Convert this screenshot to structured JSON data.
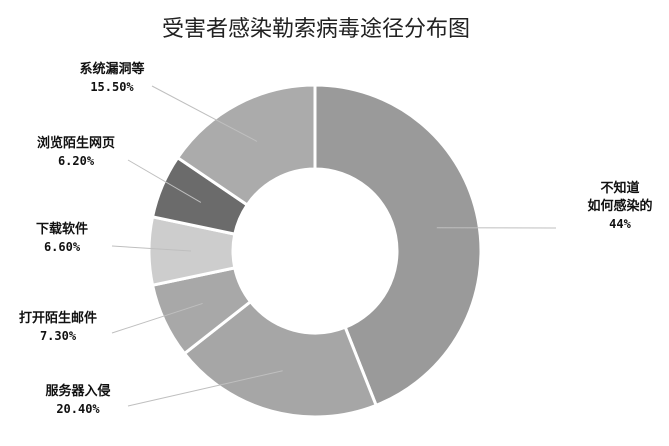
{
  "chart_data": {
    "type": "pie",
    "title": "受害者感染勒索病毒途径分布图",
    "slices": [
      {
        "label": "不知道如何感染的",
        "label_lines": [
          "不知道",
          "如何感染的"
        ],
        "display": "44%",
        "value": 44.0,
        "color": "#9a9a9a"
      },
      {
        "label": "服务器入侵",
        "label_lines": [
          "服务器入侵"
        ],
        "display": "20.40%",
        "value": 20.4,
        "color": "#a6a6a6"
      },
      {
        "label": "打开陌生邮件",
        "label_lines": [
          "打开陌生邮件"
        ],
        "display": "7.30%",
        "value": 7.3,
        "color": "#a8a8a8"
      },
      {
        "label": "下载软件",
        "label_lines": [
          "下载软件"
        ],
        "display": "6.60%",
        "value": 6.6,
        "color": "#cdcdcd"
      },
      {
        "label": "浏览陌生网页",
        "label_lines": [
          "浏览陌生网页"
        ],
        "display": "6.20%",
        "value": 6.2,
        "color": "#6b6b6b"
      },
      {
        "label": "系统漏洞等",
        "label_lines": [
          "系统漏洞等"
        ],
        "display": "15.50%",
        "value": 15.5,
        "color": "#ababab"
      }
    ],
    "donut": true,
    "legend": "none"
  }
}
